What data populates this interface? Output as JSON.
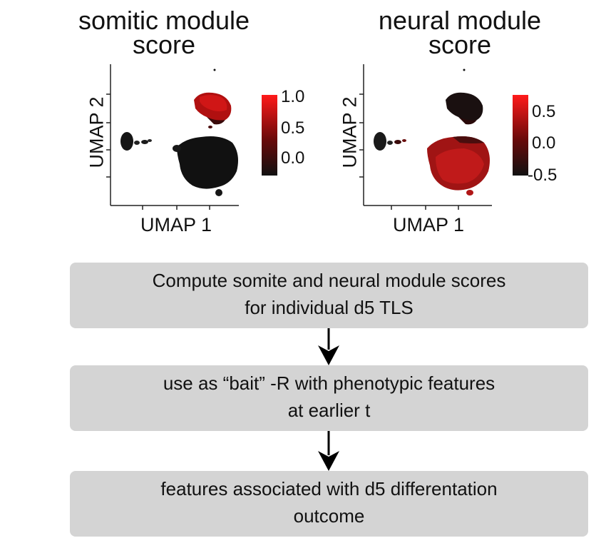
{
  "panels": [
    {
      "title_line1": "somitic module",
      "title_line2": "score",
      "xlabel": "UMAP 1",
      "ylabel": "UMAP 2",
      "colorbar_ticks": [
        "1.0",
        "0.5",
        "0.0"
      ],
      "colors": {
        "high": "#ff1a1a",
        "low": "#111111"
      }
    },
    {
      "title_line1": "neural module",
      "title_line2": "score",
      "xlabel": "UMAP 1",
      "ylabel": "UMAP 2",
      "colorbar_ticks": [
        "0.5",
        "0.0",
        "-0.5"
      ],
      "colors": {
        "high": "#ff1a1a",
        "low": "#111111"
      }
    }
  ],
  "flow": [
    {
      "line1": "Compute somite and neural module scores",
      "line2": "for individual d5 TLS"
    },
    {
      "line1": "use as “bait” -R with phenotypic features",
      "line2": "at earlier t"
    },
    {
      "line1": "features associated with d5 differentation",
      "line2": "outcome"
    }
  ],
  "style": {
    "box_color": "#d4d4d4",
    "arrow_color": "#000000"
  }
}
